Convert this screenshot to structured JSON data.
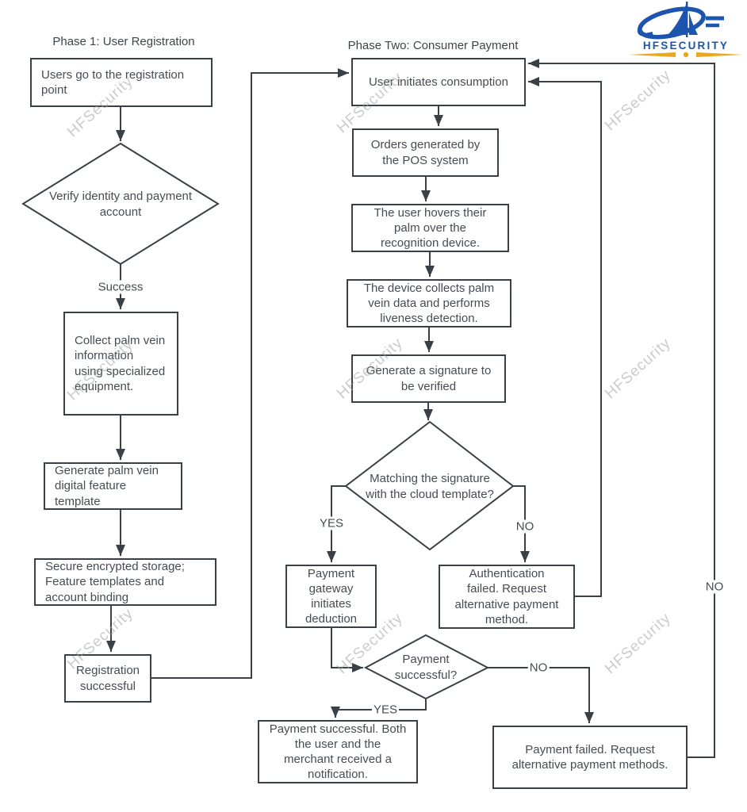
{
  "logo": {
    "brand": "HFSECURITY"
  },
  "watermark": {
    "text": "HFSecurity"
  },
  "phase1": {
    "title": "Phase 1: User Registration",
    "nodes": {
      "start": "Users go to the registration\npoint",
      "verify": "Verify identity and payment\naccount",
      "success_label": "Success",
      "collect": "Collect palm vein\ninformation\nusing specialized\nequipment.",
      "generate": "Generate palm vein\ndigital feature\ntemplate",
      "storage": "Secure encrypted storage;\nFeature templates and\naccount binding",
      "registered": "Registration\nsuccessful"
    }
  },
  "phase2": {
    "title": "Phase Two: Consumer Payment",
    "nodes": {
      "initiate": "User initiates consumption",
      "orders": "Orders generated by\nthe POS system",
      "hover": "The user hovers their\npalm over the\nrecognition device.",
      "collects": "The device collects palm\nvein data and performs\nliveness detection.",
      "signature": "Generate a signature to\nbe verified",
      "matching": "Matching the signature\nwith the cloud template?",
      "gateway": "Payment\ngateway\ninitiates\ndeduction",
      "auth_failed": "Authentication\nfailed. Request\nalternative payment\nmethod.",
      "pay_question": "Payment\nsuccessful?",
      "pay_ok": "Payment successful. Both\nthe user and the\nmerchant received a\nnotification.",
      "pay_fail": "Payment failed. Request\nalternative payment methods."
    },
    "labels": {
      "yes_match": "YES",
      "no_match": "NO",
      "yes_pay": "YES",
      "no_pay": "NO",
      "no_loop": "NO"
    }
  },
  "colors": {
    "line": "#3a4047",
    "text": "#464c52",
    "watermark": "#a0a0a0",
    "logo_blue": "#1d55ae",
    "logo_gold": "#eaa722"
  }
}
